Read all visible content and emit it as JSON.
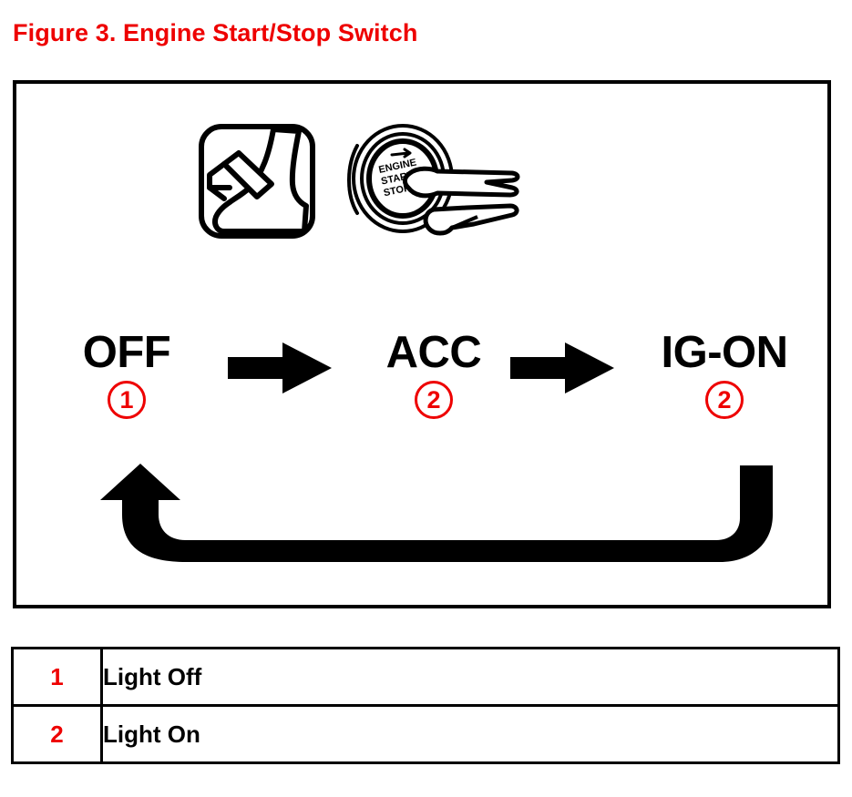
{
  "figure": {
    "title": "Figure 3.  Engine Start/Stop Switch",
    "title_color": "#ee0000"
  },
  "icons": [
    {
      "name": "brake-pedal-icon",
      "description": "Foot pressing brake pedal inside rounded square"
    },
    {
      "name": "start-stop-button-icon",
      "description": "Finger pressing engine start stop push button",
      "button_text_line1": "ENGINE",
      "button_text_line2": "START",
      "button_text_line3": "STOP"
    }
  ],
  "sequence": {
    "states": [
      {
        "label": "OFF",
        "badge": "1"
      },
      {
        "label": "ACC",
        "badge": "2"
      },
      {
        "label": "IG-ON",
        "badge": "2"
      }
    ],
    "arrow_count": 2,
    "loop_back": true
  },
  "legend": {
    "rows": [
      {
        "number": "1",
        "text": "Light Off"
      },
      {
        "number": "2",
        "text": "Light On"
      }
    ]
  },
  "colors": {
    "accent_red": "#ee0000",
    "line_black": "#000000",
    "background": "#ffffff"
  }
}
